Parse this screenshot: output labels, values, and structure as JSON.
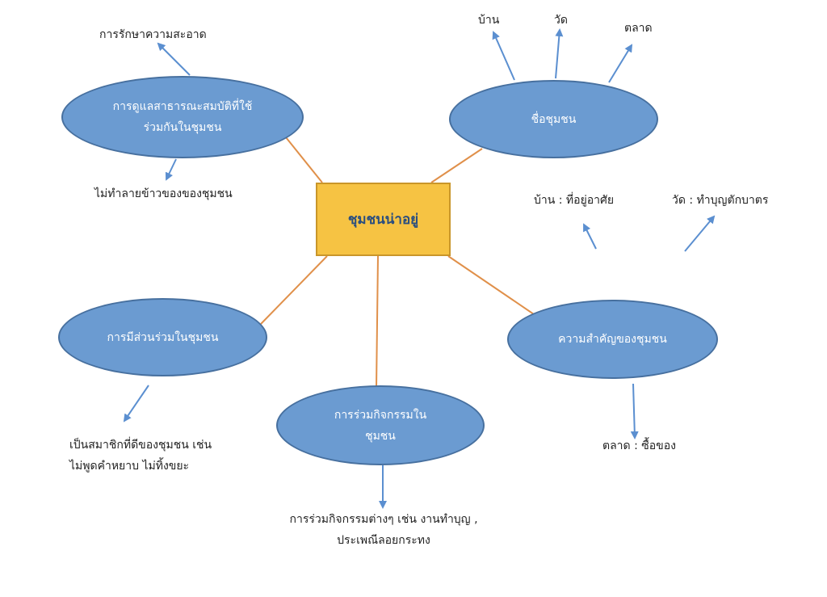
{
  "center": {
    "title": "ชุมชนน่าอยู่"
  },
  "nodes": {
    "care": "การดูแลสาธารณะสมบัติที่ใช้\nร่วมกันในชุมชน",
    "names": "ชื่อชุมชน",
    "participation": "การมีส่วนร่วมในชุมชน",
    "activities": "การร่วมกิจกรรมใน\nชุมชน",
    "importance": "ความสำคัญของชุมชน"
  },
  "labels": {
    "keep_clean": "การรักษาความสะอาด",
    "no_destroy": "ไม่ทำลายข้าวของของชุมชน",
    "house": "บ้าน",
    "temple": "วัด",
    "market": "ตลาด",
    "house_desc": "บ้าน : ที่อยู่อาศัย",
    "temple_desc": "วัด : ทำบุญตักบาตร",
    "market_desc": "ตลาด : ซื้อของ",
    "good_member": "เป็นสมาชิกที่ดีของชุมชน เช่น\nไม่พูดคำหยาบ ไม่ทิ้งขยะ",
    "activities_examples": "การร่วมกิจกรรมต่างๆ เช่น งานทำบุญ ,\nประเพณีลอยกระทง"
  },
  "colors": {
    "center_fill": "#f6c343",
    "ellipse_fill": "#6b9bd1",
    "connector": "#e0904a",
    "arrow": "#5b8fd0"
  }
}
